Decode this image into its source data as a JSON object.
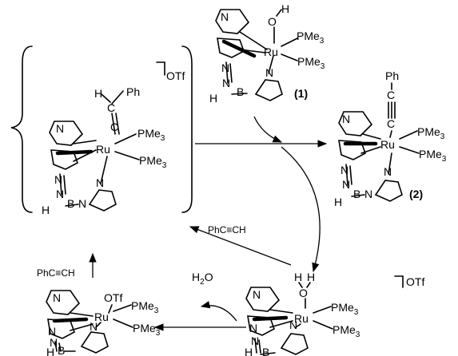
{
  "atoms": {
    "ru": "Ru",
    "n": "N",
    "b": "B",
    "h": "H",
    "o": "O",
    "pme": "PMe",
    "pme_sub": "3",
    "ph": "Ph",
    "c": "C",
    "otf": "OTf"
  },
  "labels": {
    "compound_1": "(1)",
    "compound_2": "(2)",
    "water": "H",
    "water_sub": "2",
    "water_end": "O",
    "alkyne": "PhC≡CH"
  },
  "colors": {
    "ink": "#000000",
    "background": "#ffffff"
  }
}
